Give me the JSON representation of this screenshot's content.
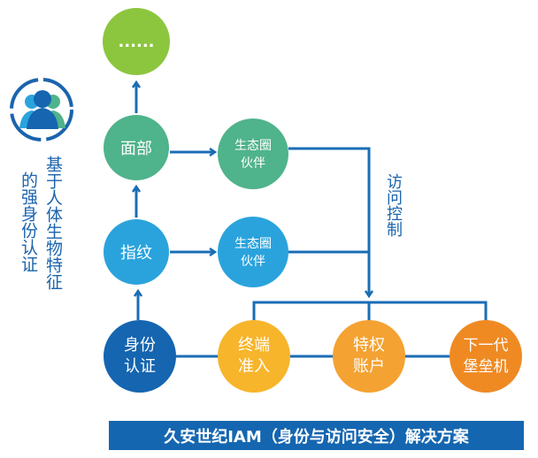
{
  "side_label": {
    "col1": "基于人体生物特征",
    "col2": "的强身份认证"
  },
  "access_label": "访问控制",
  "nodes": {
    "more": "......",
    "face": "面部",
    "eco1": [
      "生态圈",
      "伙伴"
    ],
    "fingerprint": "指纹",
    "eco2": [
      "生态圈",
      "伙伴"
    ],
    "identity": [
      "身份",
      "认证"
    ],
    "terminal": [
      "终端",
      "准入"
    ],
    "privileged": [
      "特权",
      "账户"
    ],
    "bastion": [
      "下一代",
      "堡垒机"
    ]
  },
  "banner": "久安世纪IAM（身份与访问安全）解决方案",
  "colors": {
    "line": "#1a6db5",
    "lime": "#8cc63e",
    "green": "#4fb38b",
    "blue": "#2aa3dd",
    "dark_blue": "#1565b0",
    "yellow": "#f7b52b",
    "orange": "#f4a232",
    "deep_orange": "#ef8a23"
  }
}
